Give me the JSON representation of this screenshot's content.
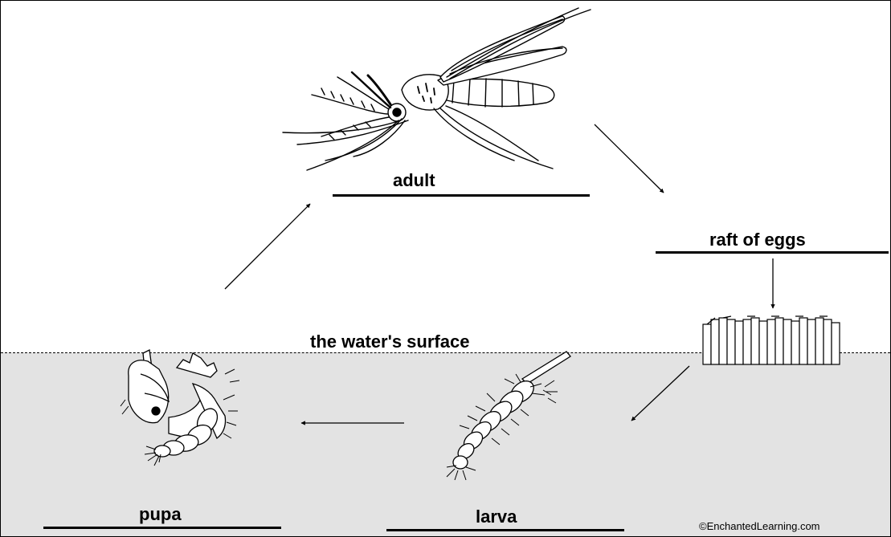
{
  "diagram": {
    "stages": {
      "adult": "adult",
      "eggs": "raft of eggs",
      "larva": "larva",
      "pupa": "pupa"
    },
    "surface_label": "the water's surface",
    "credit": "©EnchantedLearning.com"
  },
  "colors": {
    "water": "#e3e3e3",
    "ink": "#000000",
    "background": "#ffffff"
  },
  "icons": {
    "adult": "mosquito-adult-icon",
    "eggs": "egg-raft-icon",
    "larva": "larva-icon",
    "pupa": "pupa-icon"
  }
}
